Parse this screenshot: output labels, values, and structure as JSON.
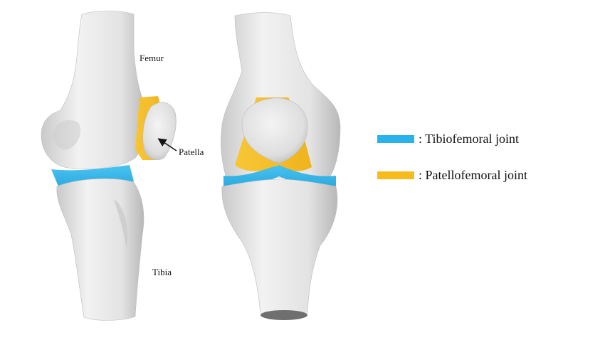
{
  "colors": {
    "tibiofemoral": "#29B3EA",
    "patellofemoral": "#F6BC1B",
    "bone": "#E4E4E4",
    "bone_shadow": "#B9B9B9"
  },
  "labels": {
    "femur": "Femur",
    "patella": "Patella",
    "tibia": "Tibia"
  },
  "legend": [
    {
      "key": "tibiofemoral",
      "text": ": Tibiofemoral joint"
    },
    {
      "key": "patellofemoral",
      "text": ": Patellofemoral joint"
    }
  ]
}
